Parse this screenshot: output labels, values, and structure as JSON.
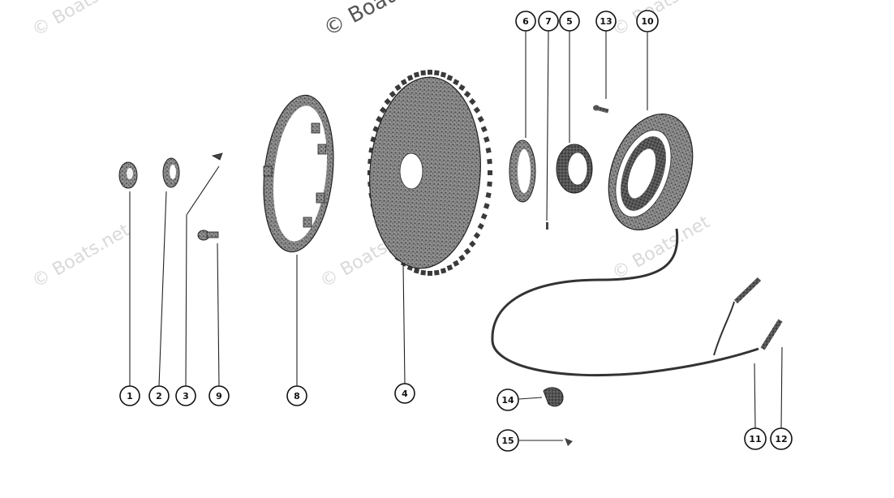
{
  "watermark": {
    "top_text": "© Boats",
    "repeat_text": "© Boats.net"
  },
  "callouts": [
    {
      "id": "c1",
      "text": "1"
    },
    {
      "id": "c2",
      "text": "2"
    },
    {
      "id": "c3",
      "text": "3"
    },
    {
      "id": "c9",
      "text": "9"
    },
    {
      "id": "c8",
      "text": "8"
    },
    {
      "id": "c4",
      "text": "4"
    },
    {
      "id": "c6",
      "text": "6"
    },
    {
      "id": "c7",
      "text": "7"
    },
    {
      "id": "c5",
      "text": "5"
    },
    {
      "id": "c13",
      "text": "13"
    },
    {
      "id": "c10",
      "text": "10"
    },
    {
      "id": "c14",
      "text": "14"
    },
    {
      "id": "c15",
      "text": "15"
    },
    {
      "id": "c11",
      "text": "11"
    },
    {
      "id": "c12",
      "text": "12"
    }
  ],
  "colors": {
    "ink": "#222222",
    "watermark": "#d9d9d9",
    "paper": "#ffffff"
  }
}
